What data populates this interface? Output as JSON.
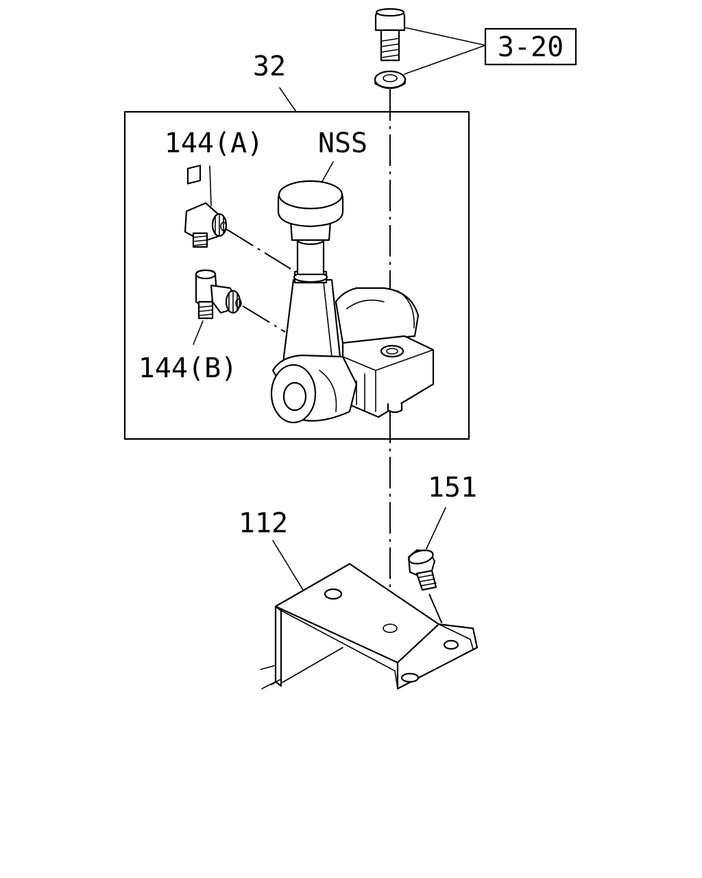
{
  "labels": {
    "ref_box": "3-20",
    "assembly": "32",
    "nss": "NSS",
    "fitting_a": "144(A)",
    "fitting_b": "144(B)",
    "bolt": "151",
    "bracket": "112"
  }
}
